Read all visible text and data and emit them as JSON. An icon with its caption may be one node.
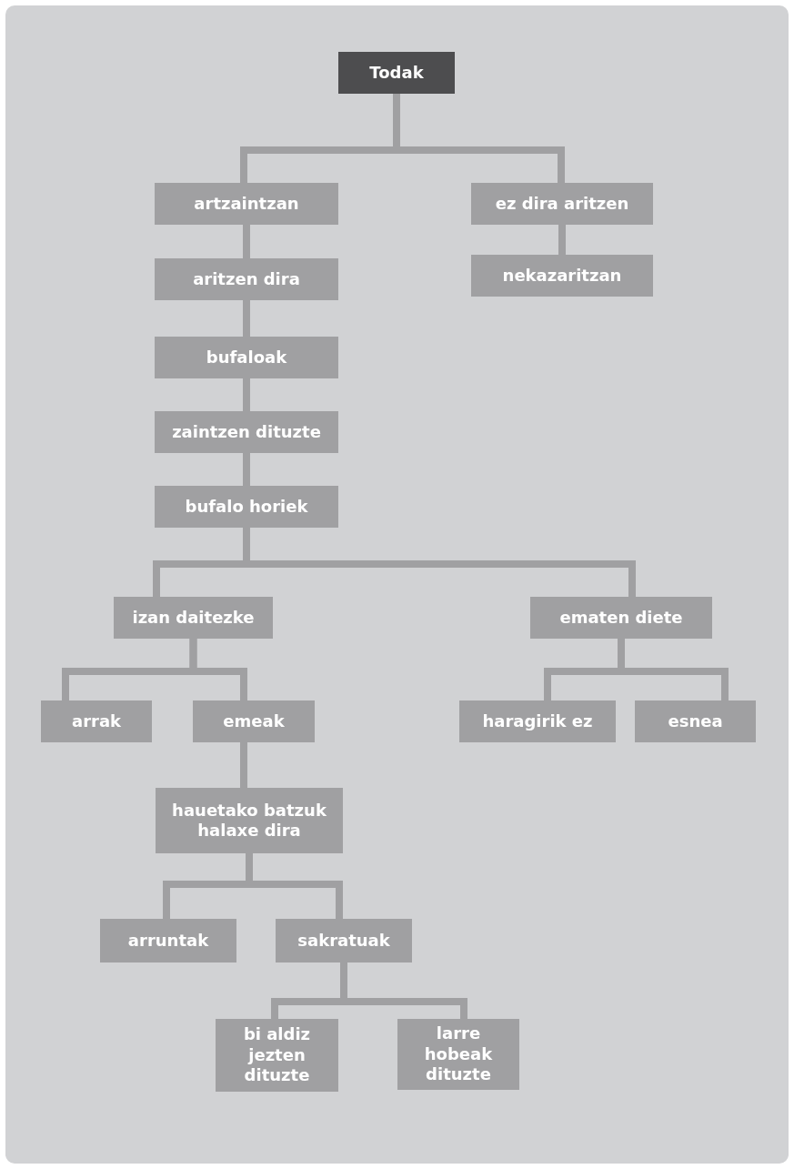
{
  "diagram": {
    "nodes": [
      {
        "text": [
          "Todak"
        ]
      },
      {
        "text": [
          "artzaintzan"
        ]
      },
      {
        "text": [
          "ez dira aritzen"
        ]
      },
      {
        "text": [
          "aritzen dira"
        ]
      },
      {
        "text": [
          "nekazaritzan"
        ]
      },
      {
        "text": [
          "bufaloak"
        ]
      },
      {
        "text": [
          "zaintzen dituzte"
        ]
      },
      {
        "text": [
          "bufalo horiek"
        ]
      },
      {
        "text": [
          "izan daitezke"
        ]
      },
      {
        "text": [
          "ematen diete"
        ]
      },
      {
        "text": [
          "arrak"
        ]
      },
      {
        "text": [
          "emeak"
        ]
      },
      {
        "text": [
          "haragirik ez"
        ]
      },
      {
        "text": [
          "esnea"
        ]
      },
      {
        "text": [
          "hauetako batzuk halaxe dira"
        ]
      },
      {
        "text": [
          "arruntak"
        ]
      },
      {
        "text": [
          "sakratuak"
        ]
      },
      {
        "text": [
          "bi aldiz jezten dituzte"
        ]
      },
      {
        "text": [
          "larre hobeak dituzte"
        ]
      }
    ],
    "edges": [
      {
        "from": 0,
        "to": 1,
        "arrow": "none"
      },
      {
        "from": 0,
        "to": 2,
        "arrow": "none"
      },
      {
        "from": 1,
        "to": 3,
        "arrow": "none"
      },
      {
        "from": 2,
        "to": 4,
        "arrow": "none"
      },
      {
        "from": 3,
        "to": 5,
        "arrow": "none"
      },
      {
        "from": 5,
        "to": 6,
        "arrow": "none"
      },
      {
        "from": 6,
        "to": 7,
        "arrow": "none"
      },
      {
        "from": 7,
        "to": 8,
        "arrow": "none"
      },
      {
        "from": 7,
        "to": 9,
        "arrow": "none"
      },
      {
        "from": 8,
        "to": 10,
        "arrow": "none"
      },
      {
        "from": 8,
        "to": 11,
        "arrow": "none"
      },
      {
        "from": 9,
        "to": 12,
        "arrow": "none"
      },
      {
        "from": 9,
        "to": 13,
        "arrow": "none"
      },
      {
        "from": 11,
        "to": 14,
        "arrow": "none"
      },
      {
        "from": 14,
        "to": 15,
        "arrow": "none"
      },
      {
        "from": 14,
        "to": 16,
        "arrow": "none"
      },
      {
        "from": 16,
        "to": 17,
        "arrow": "none"
      },
      {
        "from": 16,
        "to": 18,
        "arrow": "none"
      }
    ]
  }
}
